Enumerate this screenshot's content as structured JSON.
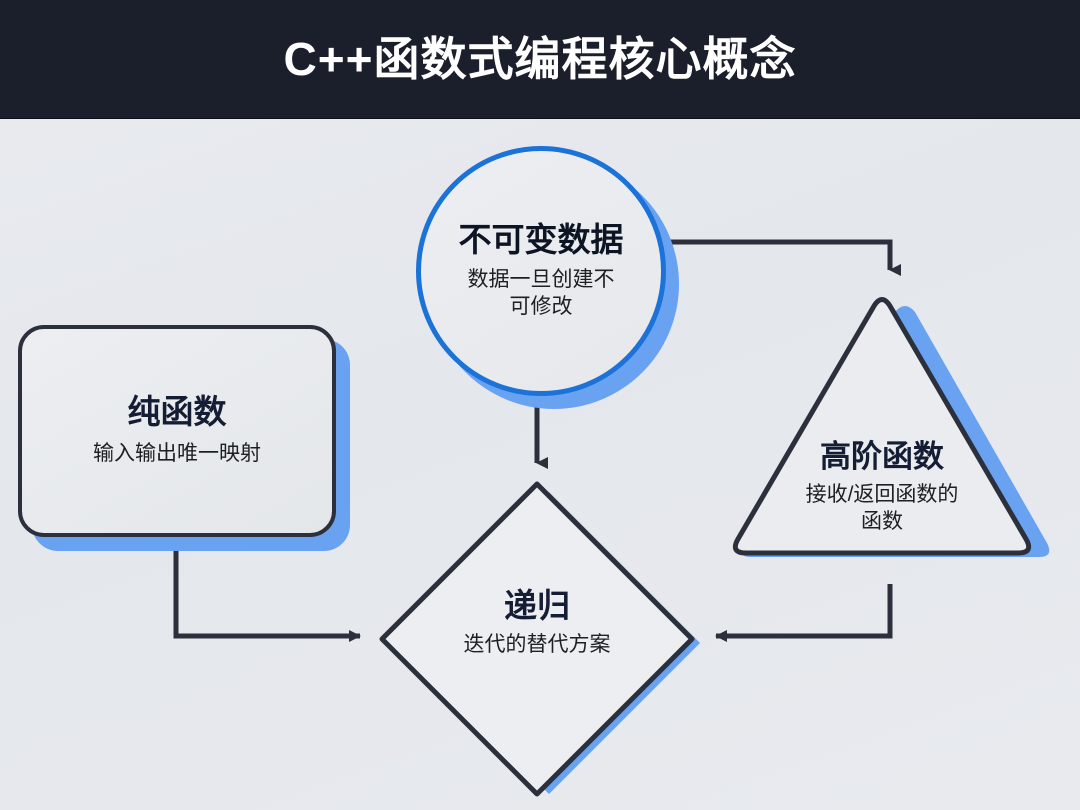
{
  "header": {
    "title": "C++函数式编程核心概念",
    "background": "#1b1f2b",
    "text_color": "#ffffff"
  },
  "theme": {
    "canvas_background": "#e7e9ed",
    "node_fill": "#eceef1",
    "node_border": "#2b303c",
    "accent_blue": "#1b72d8",
    "shadow_blue": "#6aa2f2",
    "title_color": "#141d33",
    "edge_color": "#2b303c"
  },
  "nodes": [
    {
      "id": "pure-function",
      "shape": "rounded-rectangle",
      "title": "纯函数",
      "subtitle": "输入输出唯一映射",
      "border_color": "#2b303c"
    },
    {
      "id": "immutable-data",
      "shape": "circle",
      "title": "不可变数据",
      "subtitle_line1": "数据一旦创建不",
      "subtitle_line2": "可修改",
      "border_color": "#1b72d8"
    },
    {
      "id": "higher-order-function",
      "shape": "triangle",
      "title": "高阶函数",
      "subtitle_line1": "接收/返回函数的",
      "subtitle_line2": "函数",
      "border_color": "#2b303c"
    },
    {
      "id": "recursion",
      "shape": "diamond",
      "title": "递归",
      "subtitle": "迭代的替代方案",
      "border_color": "#2b303c"
    }
  ],
  "edges": [
    {
      "id": "immutable-to-hof",
      "from": "immutable-data",
      "to": "higher-order-function",
      "style": "orthogonal",
      "arrow": "down"
    },
    {
      "id": "immutable-to-recursion",
      "from": "immutable-data",
      "to": "recursion",
      "style": "straight",
      "arrow": "down"
    },
    {
      "id": "pure-to-recursion",
      "from": "pure-function",
      "to": "recursion",
      "style": "orthogonal",
      "arrow": "right"
    },
    {
      "id": "hof-to-recursion",
      "from": "higher-order-function",
      "to": "recursion",
      "style": "orthogonal",
      "arrow": "left"
    }
  ]
}
